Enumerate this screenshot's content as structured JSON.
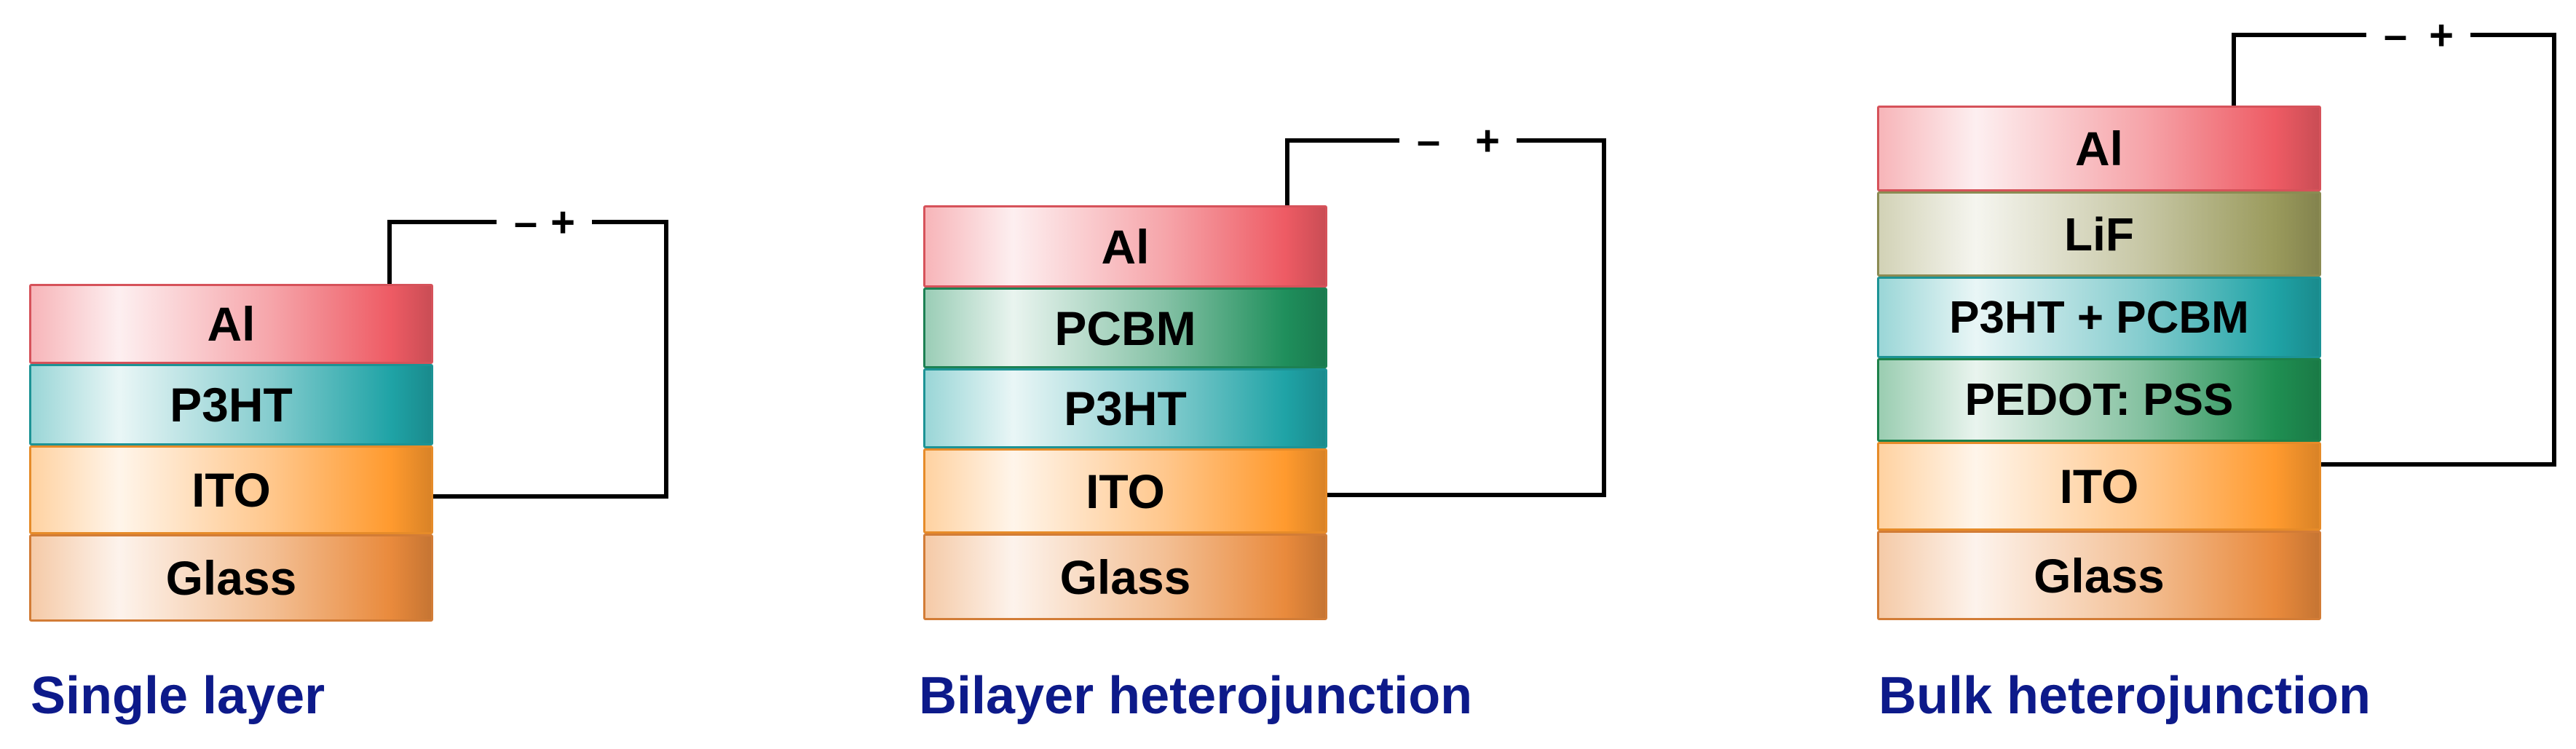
{
  "colors": {
    "al": "#ee5b64",
    "pcbm": "#1f8f5c",
    "p3ht": "#1fa3a6",
    "ito": "#ff9a2e",
    "glass": "#e98a3c",
    "lif": "#9a9a5c",
    "pedot": "#1f8f52",
    "caption": "#0d1a8a",
    "wire": "#000000"
  },
  "devices": [
    {
      "caption": "Single layer",
      "polarity": {
        "minus": "–",
        "plus": "+"
      },
      "layers": [
        {
          "label": "Al",
          "color_key": "al"
        },
        {
          "label": "P3HT",
          "color_key": "p3ht"
        },
        {
          "label": "ITO",
          "color_key": "ito"
        },
        {
          "label": "Glass",
          "color_key": "glass"
        }
      ]
    },
    {
      "caption": "Bilayer heterojunction",
      "polarity": {
        "minus": "–",
        "plus": "+"
      },
      "layers": [
        {
          "label": "Al",
          "color_key": "al"
        },
        {
          "label": "PCBM",
          "color_key": "pcbm"
        },
        {
          "label": "P3HT",
          "color_key": "p3ht"
        },
        {
          "label": "ITO",
          "color_key": "ito"
        },
        {
          "label": "Glass",
          "color_key": "glass"
        }
      ]
    },
    {
      "caption": "Bulk heterojunction",
      "polarity": {
        "minus": "–",
        "plus": "+"
      },
      "layers": [
        {
          "label": "Al",
          "color_key": "al"
        },
        {
          "label": "LiF",
          "color_key": "lif"
        },
        {
          "label": "P3HT + PCBM",
          "color_key": "p3ht"
        },
        {
          "label": "PEDOT: PSS",
          "color_key": "pedot"
        },
        {
          "label": "ITO",
          "color_key": "ito"
        },
        {
          "label": "Glass",
          "color_key": "glass"
        }
      ]
    }
  ]
}
